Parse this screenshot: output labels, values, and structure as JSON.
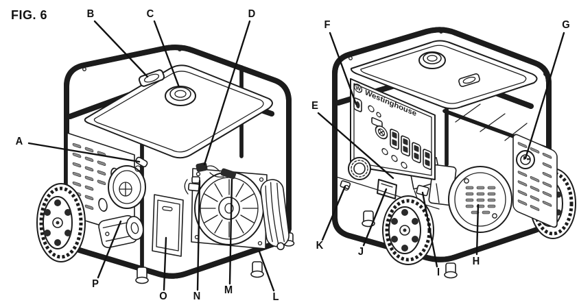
{
  "figure": {
    "label": "FIG. 6"
  },
  "brand": {
    "logo_text": "Westinghouse",
    "logo_mark": "W"
  },
  "style": {
    "background": "#ffffff",
    "line_color": "#1c1c1c",
    "leader_color": "#111111",
    "label_color": "#111111"
  },
  "callouts": [
    {
      "letter": "A",
      "label": [
        28,
        207
      ],
      "line": [
        42,
        209,
        203,
        236
      ]
    },
    {
      "letter": "B",
      "label": [
        132,
        21
      ],
      "line": [
        138,
        31,
        215,
        112
      ]
    },
    {
      "letter": "C",
      "label": [
        219,
        21
      ],
      "line": [
        225,
        31,
        261,
        127
      ]
    },
    {
      "letter": "D",
      "label": [
        367,
        21
      ],
      "line": [
        364,
        31,
        298,
        240
      ]
    },
    {
      "letter": "E",
      "label": [
        459,
        155
      ],
      "line": [
        464,
        165,
        573,
        260
      ]
    },
    {
      "letter": "F",
      "label": [
        477,
        37
      ],
      "line": [
        481,
        48,
        519,
        152
      ]
    },
    {
      "letter": "G",
      "label": [
        825,
        37
      ],
      "line": [
        822,
        48,
        766,
        231
      ]
    },
    {
      "letter": "H",
      "label": [
        694,
        382
      ],
      "line": [
        695,
        371,
        697,
        299
      ]
    },
    {
      "letter": "I",
      "label": [
        639,
        398
      ],
      "line": [
        637,
        389,
        616,
        281
      ]
    },
    {
      "letter": "J",
      "label": [
        526,
        368
      ],
      "line": [
        530,
        358,
        563,
        276
      ]
    },
    {
      "letter": "K",
      "label": [
        466,
        359
      ],
      "line": [
        470,
        350,
        503,
        272
      ]
    },
    {
      "letter": "L",
      "label": [
        402,
        434
      ],
      "line": [
        399,
        424,
        378,
        367
      ]
    },
    {
      "letter": "M",
      "label": [
        333,
        424
      ],
      "line": [
        335,
        414,
        338,
        262
      ]
    },
    {
      "letter": "N",
      "label": [
        287,
        433
      ],
      "line": [
        288,
        423,
        291,
        264
      ]
    },
    {
      "letter": "O",
      "label": [
        238,
        433
      ],
      "line": [
        239,
        423,
        242,
        347
      ]
    },
    {
      "letter": "P",
      "label": [
        139,
        415
      ],
      "line": [
        143,
        405,
        176,
        323
      ]
    }
  ]
}
